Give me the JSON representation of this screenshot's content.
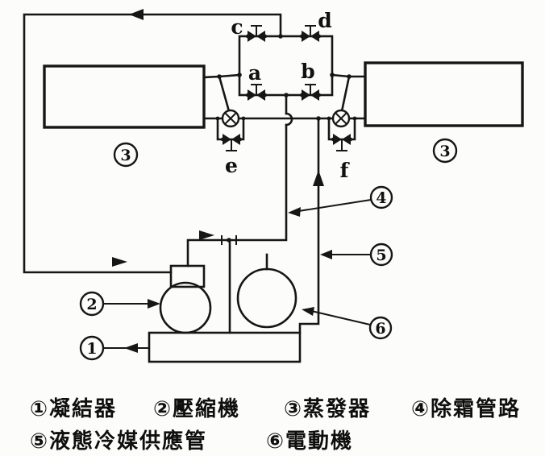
{
  "diagram": {
    "valve_labels": {
      "a": "a",
      "b": "b",
      "c": "c",
      "d": "d",
      "e": "e",
      "f": "f"
    },
    "callouts": {
      "n1": "1",
      "n2": "2",
      "n3": "3",
      "n4": "4",
      "n5": "5",
      "n6": "6"
    }
  },
  "legend": {
    "items": [
      {
        "id": "①",
        "label": "凝結器"
      },
      {
        "id": "②",
        "label": "壓縮機"
      },
      {
        "id": "③",
        "label": "蒸發器"
      },
      {
        "id": "④",
        "label": "除霜管路"
      },
      {
        "id": "⑤",
        "label": "液態冷媒供應管"
      },
      {
        "id": "⑥",
        "label": "電動機"
      }
    ]
  }
}
